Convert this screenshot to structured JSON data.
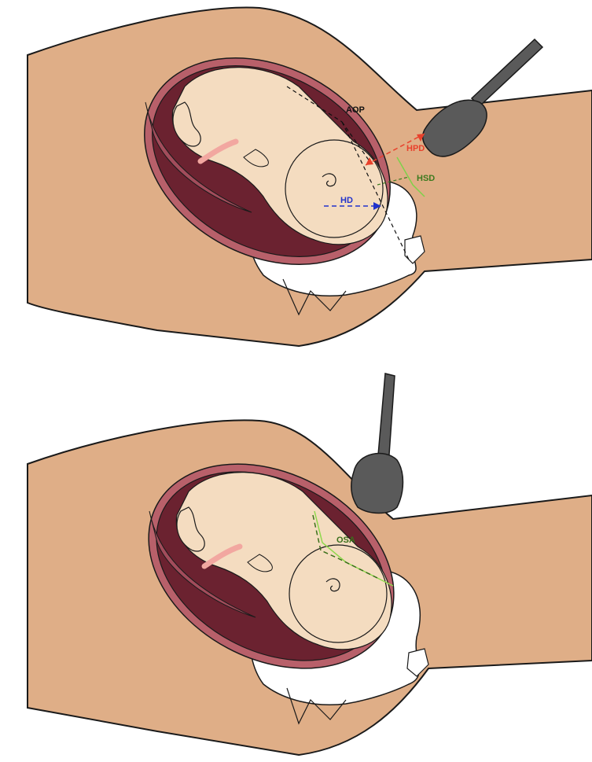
{
  "panels": [
    {
      "id": "top",
      "labels": {
        "aop": "AOP",
        "hpd": "HPD",
        "hsd": "HSD",
        "hd": "HD"
      }
    },
    {
      "id": "bottom",
      "labels": {
        "osa": "OSA"
      }
    }
  ],
  "colors": {
    "skin": "#dfae87",
    "skin_outline": "#1a1a1a",
    "uterus_outer": "#b8606a",
    "uterus_inner": "#6b2230",
    "placenta": "#a24c5b",
    "fetus": "#f4dcc0",
    "cord": "#f2a7a0",
    "cloth": "#ffffff",
    "probe": "#5a5a5a",
    "aop_line": "#111111",
    "hpd_line": "#e8412c",
    "hsd_line": "#3d7a1f",
    "hsd_guide": "#7fd14a",
    "hd_line": "#2233cc",
    "osa_line": "#3a6f1a",
    "osa_guide": "#8fd84c"
  }
}
